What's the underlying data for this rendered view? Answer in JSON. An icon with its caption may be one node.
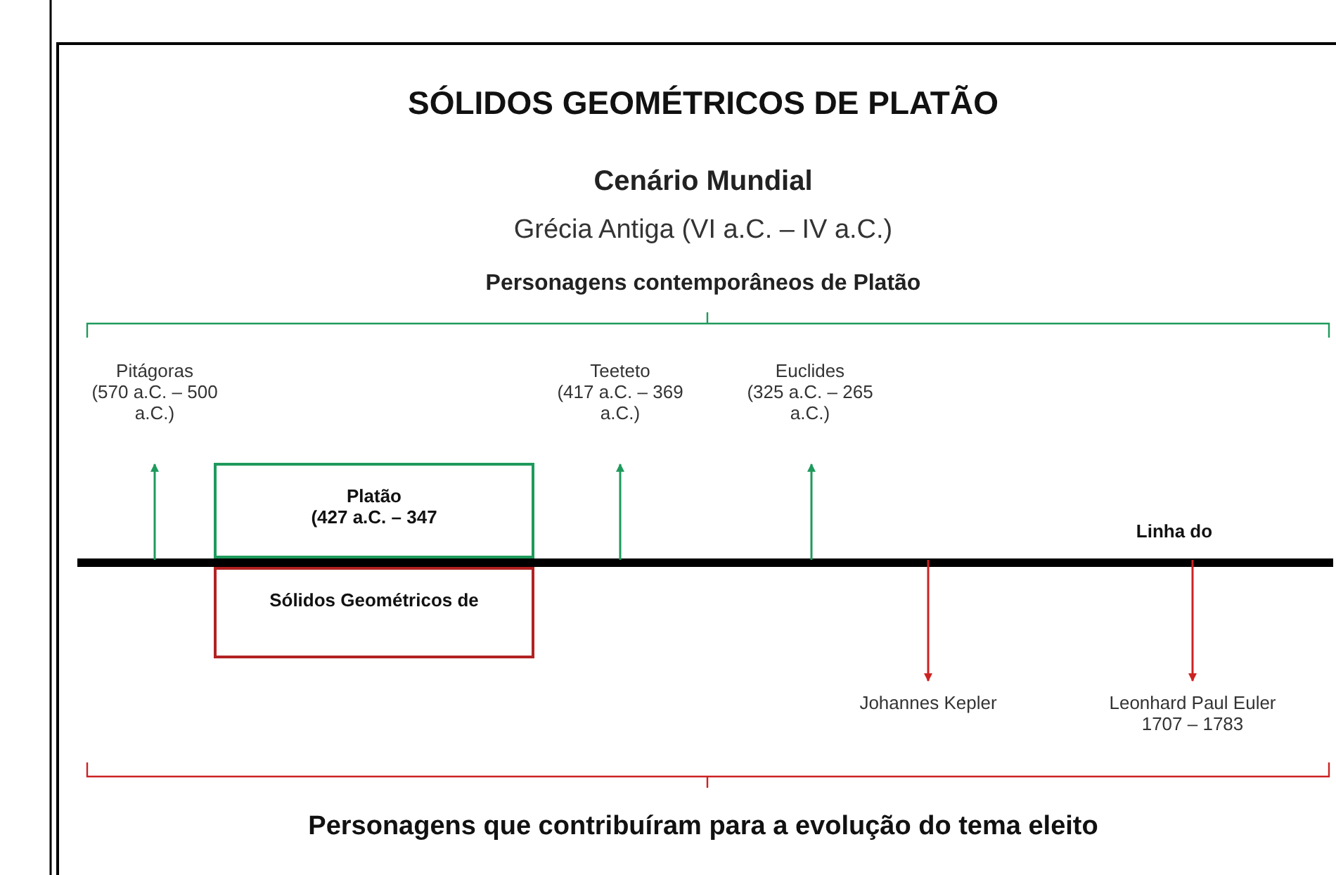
{
  "diagram": {
    "title": "SÓLIDOS GEOMÉTRICOS DE PLATÃO",
    "caption": "Personagens que contribuíram para a evolução do tema eleito",
    "nodes": [
      {
        "text": [
          "Pitágoras",
          "(570 a.C. – 500 a.C.)"
        ]
      },
      {
        "text": [
          "Teeteto",
          "(417 a.C. – 369 a.C.)"
        ]
      },
      {
        "text": [
          "Euclides",
          "(325 a.C. – 265 a.C.)"
        ]
      },
      {
        "text": [
          "Platão",
          "(427 a.C. – 347"
        ]
      },
      {
        "text": [
          "Sólidos Geométricos de"
        ]
      },
      {
        "text": [
          "Johannes Kepler"
        ]
      },
      {
        "text": [
          "Leonhard Paul Euler",
          "1707 – 1783"
        ]
      }
    ],
    "edges": [
      {
        "from": null,
        "to": 0,
        "arrow": "to",
        "color": "#1e9a5c"
      },
      {
        "from": null,
        "to": 1,
        "arrow": "to",
        "color": "#1e9a5c"
      },
      {
        "from": null,
        "to": 2,
        "arrow": "to",
        "color": "#1e9a5c"
      },
      {
        "from": null,
        "to": 5,
        "arrow": "to",
        "color": "#cc2222"
      },
      {
        "from": null,
        "to": 6,
        "arrow": "to",
        "color": "#cc2222"
      }
    ],
    "labels": [
      "Cenário Mundial",
      "Grécia Antiga (VI a.C. – IV a.C.)",
      "Personagens contemporâneos de Platão",
      "Linha do"
    ]
  }
}
